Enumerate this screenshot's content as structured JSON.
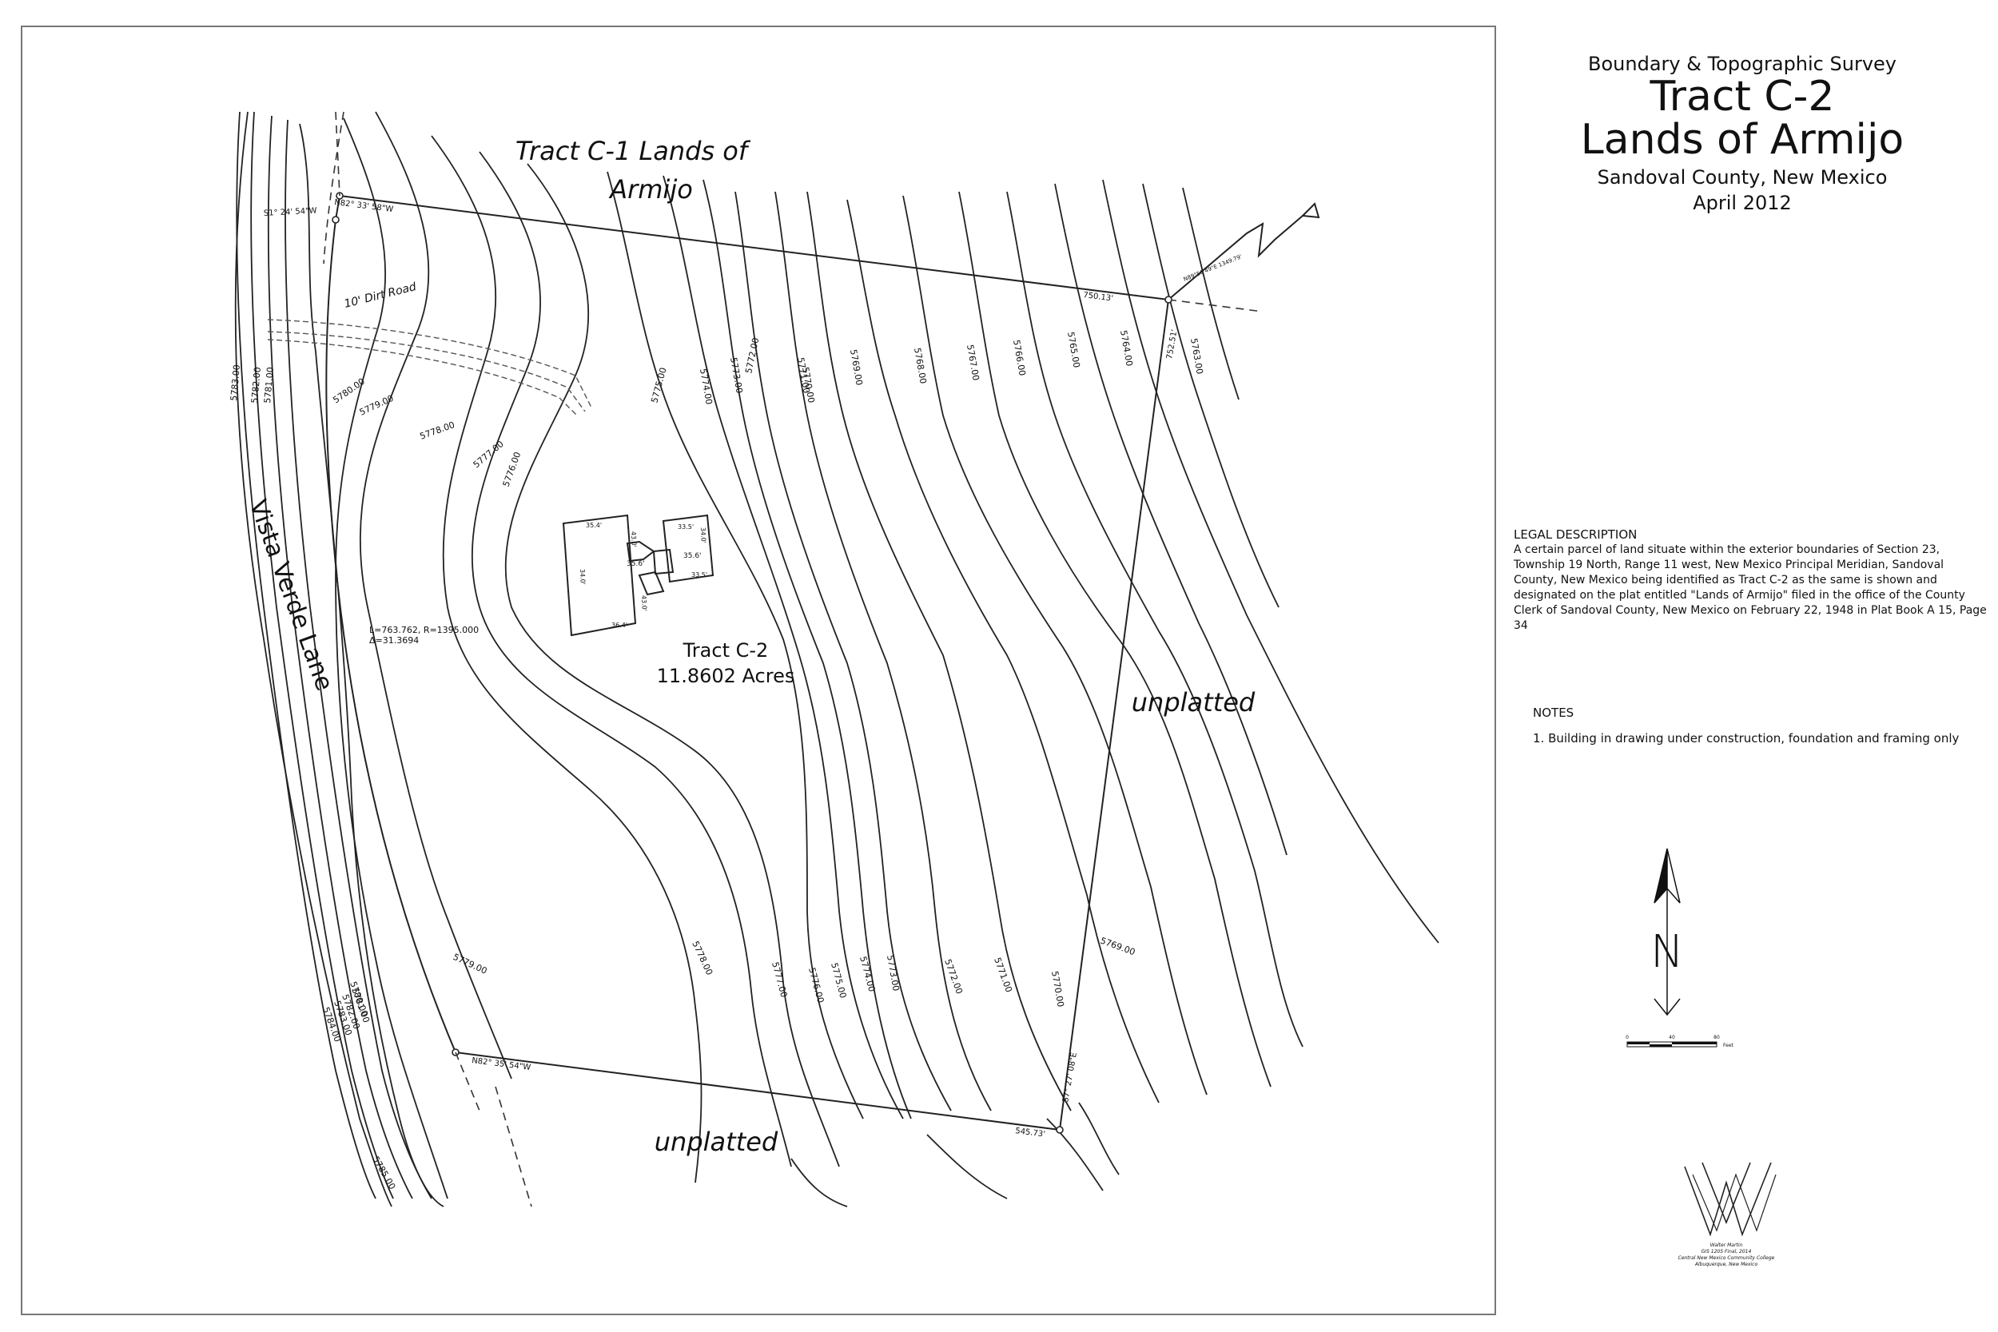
{
  "title_block": {
    "line1": "Boundary & Topographic Survey",
    "line2": "Tract C-2",
    "line3": "Lands of Armijo",
    "line4": "Sandoval County, New Mexico",
    "line5": "April 2012"
  },
  "legal": {
    "heading": "LEGAL DESCRIPTION",
    "text": "A certain parcel of land situate within the exterior boundaries of Section 23, Township 19 North, Range 11 west, New Mexico Principal Meridian, Sandoval County, New Mexico being identified as Tract C-2 as the same is shown and designated on the plat entitled \"Lands of Armijo\" filed in the office of the County Clerk of Sandoval County, New Mexico on February 22, 1948 in Plat Book A 15, Page 34"
  },
  "notes": {
    "heading": "NOTES",
    "item1": "1. Building in drawing under construction, foundation and framing only"
  },
  "map": {
    "neighbor_north_line1": "Tract C-1 Lands of",
    "neighbor_north_line2": "Armijo",
    "road_name": "Vista Verde Lane",
    "dirt_road": "10' Dirt Road",
    "tract_name": "Tract C-2",
    "tract_area": "11.8602 Acres",
    "unplatted_east": "unplatted",
    "unplatted_south": "unplatted",
    "curve_data_line1": "L=763.762, R=1395.000",
    "curve_data_line2": "Δ=31.3694",
    "bearing_north": "N82° 33' 58\"W",
    "bearing_nw": "S1° 24' 54\"W",
    "dist_north": "750.13'",
    "dist_east": "752.51'",
    "bearing_south": "N82° 35' 54\"W",
    "dist_south": "545.73'",
    "bearing_east": "S7° 27' 08\"E",
    "tie_bearing": "N89°56'49\"E 1349.79'",
    "building_dims": [
      "35.4'",
      "35.6'",
      "35.6'",
      "33.5'",
      "33.5'",
      "34.0'",
      "36.4'",
      "43.0'",
      "43.0'",
      "34.0'"
    ],
    "contour_labels": {
      "c5785": "5785.00",
      "c5784": "5784.00",
      "c5783": "5783.00",
      "c5782": "5782.00",
      "c5781": "5781.00",
      "c5780": "5780.00",
      "c5779": "5779.00",
      "c5778": "5778.00",
      "c5777": "5777.00",
      "c5776": "5776.00",
      "c5775": "5775.00",
      "c5774": "5774.00",
      "c5773": "5773.00",
      "c5772": "5772.00",
      "c5771": "5771.00",
      "c5770": "5770.00",
      "c5769": "5769.00",
      "c5768": "5768.00",
      "c5767": "5767.00",
      "c5766": "5766.00",
      "c5765": "5765.00",
      "c5764": "5764.00",
      "c5763": "5763.00"
    }
  },
  "north_arrow": {
    "letter": "N"
  },
  "scale_bar": {
    "ticks": [
      "0",
      "40",
      "80"
    ],
    "unit": "Feet"
  },
  "credit": {
    "line1": "Walter Martin",
    "line2": "GIS 1205 Final, 2014",
    "line3": "Central New Mexico Community College",
    "line4": "Albuquerque, New Mexico"
  }
}
